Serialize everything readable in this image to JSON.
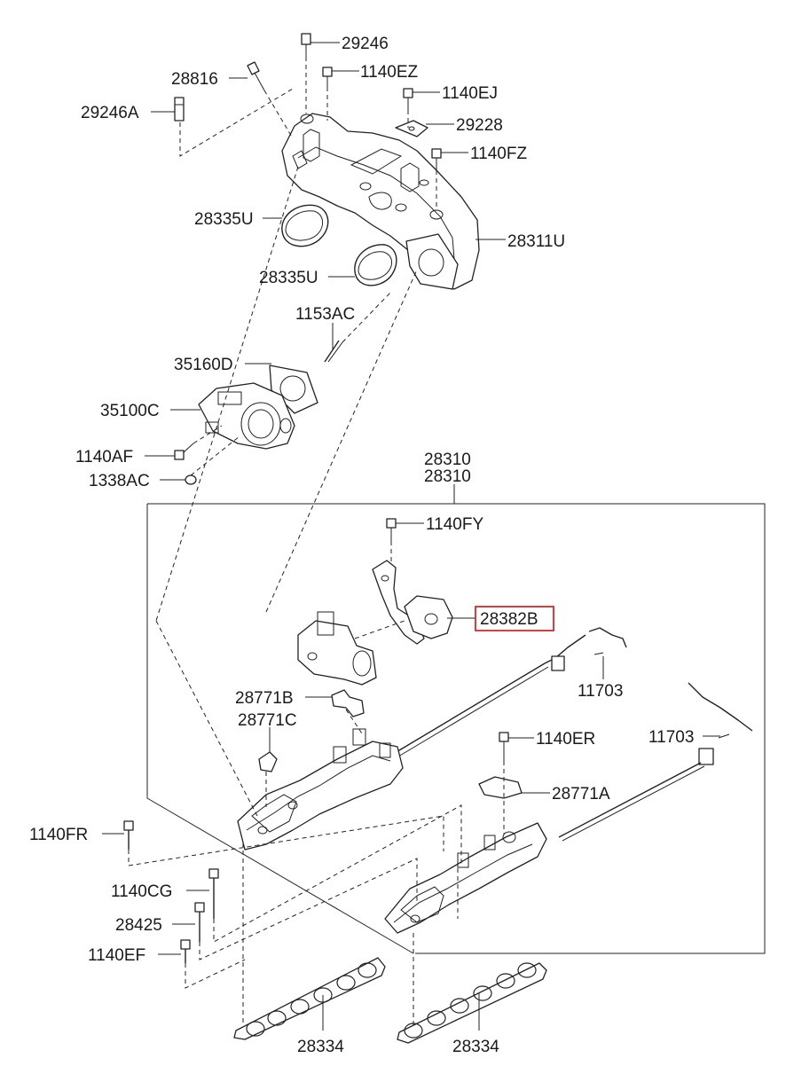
{
  "labels": {
    "p29246": "29246",
    "p1140EZ": "1140EZ",
    "p28816": "28816",
    "p29246A": "29246A",
    "p1140EJ": "1140EJ",
    "p29228": "29228",
    "p1140FZ": "1140FZ",
    "p28335U_a": "28335U",
    "p28311U": "28311U",
    "p28335U_b": "28335U",
    "p1153AC": "1153AC",
    "p35160D": "35160D",
    "p35100C": "35100C",
    "p1140AF": "1140AF",
    "p1338AC": "1338AC",
    "p28310_a": "28310",
    "p28310_b": "28310",
    "p1140FY": "1140FY",
    "p28382B": "28382B",
    "p11703_a": "11703",
    "p28771B": "28771B",
    "p28771C": "28771C",
    "p1140ER": "1140ER",
    "p11703_b": "11703",
    "p28771A": "28771A",
    "p1140FR": "1140FR",
    "p1140CG": "1140CG",
    "p28425": "28425",
    "p1140EF": "1140EF",
    "p28334_a": "28334",
    "p28334_b": "28334"
  },
  "highlight": {
    "part": "28382B",
    "color": "#d62828"
  }
}
